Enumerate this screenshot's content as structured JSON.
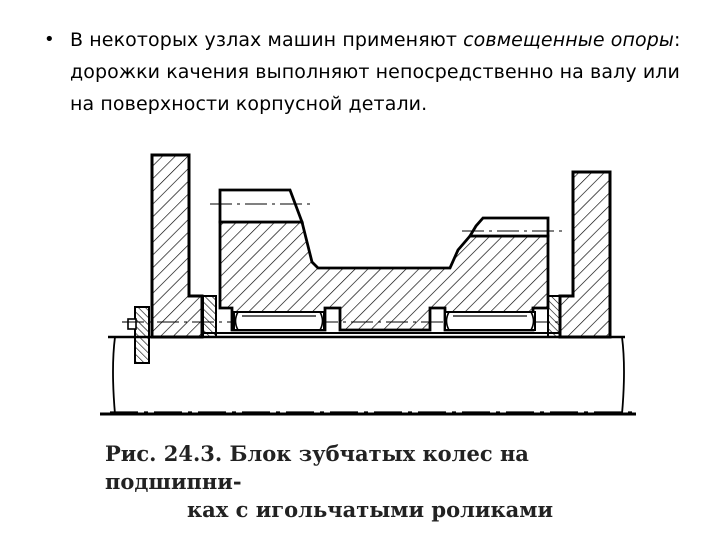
{
  "slide": {
    "bullet_symbol": "•",
    "text_part1": "В некоторых узлах машин применяют ",
    "text_italic1": "совмещенные опоры",
    "text_part2": ": дорожки качения выполняют непосредственно на валу или на поверхности корпусной детали."
  },
  "figure": {
    "caption_line1": "Рис. 24.3. Блок зубчатых колес на подшипни-",
    "caption_line2": "ках с игольчатыми роликами"
  },
  "colors": {
    "ink": "#000000",
    "caption_ink": "#222222",
    "background": "#ffffff"
  }
}
